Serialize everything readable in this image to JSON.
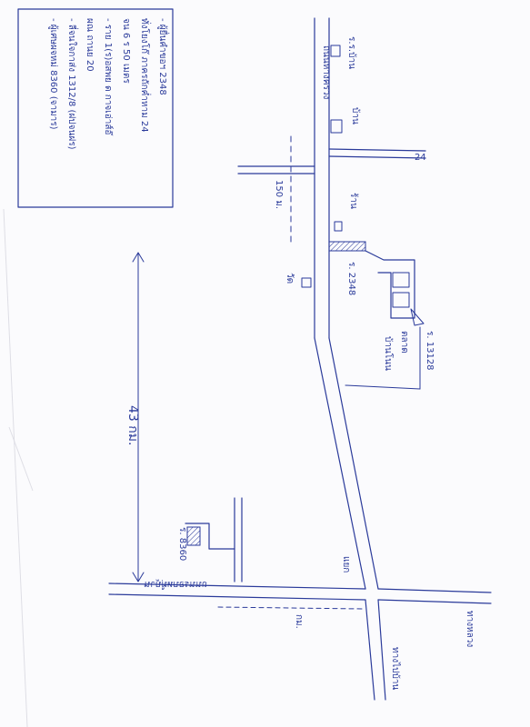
{
  "colors": {
    "ink": "#2a3a9a",
    "paper": "#fbfbfd",
    "hatch": "#2a3a9a"
  },
  "note_box": {
    "lines": [
      "- ผู้ยื่นคำขอฯ 2348",
      "ทั่งโยงโก๊ ภาครถักค่ำหาม 24",
      "จน 6 ร 50 เมตร",
      "- ราย 1(ร)อสพย ด กาจเอ่าส์อ๊",
      "ผณ ถานย 20",
      "- ลี่จนใจกาส่ง 1312/8 (ฝปจนฝร)",
      "- ผู้เศษผจหม่ 8360 (จามาร)"
    ]
  },
  "labels": {
    "distance": "43 กม.",
    "road_main": "ถนนหางครวง",
    "road_150": "150 ม.",
    "road_24": "24",
    "parcel_2348": "ร. 2348",
    "parcel_8360": "ร. 8360",
    "parcel_13128": "ร. 13128",
    "school": "ร.ร.บ้าน",
    "temple": "วัด",
    "market": "ตลาด",
    "village": "บ้านโนน",
    "house_a": "บ้าน",
    "house_b": "ร้าน",
    "sign_north": "ทางหลวง",
    "sign_south": "ทางไปบ้าน",
    "km": "กม.",
    "sign_junction": "แยก",
    "road_left": "ถนนรอบหมู่บ้าน"
  }
}
